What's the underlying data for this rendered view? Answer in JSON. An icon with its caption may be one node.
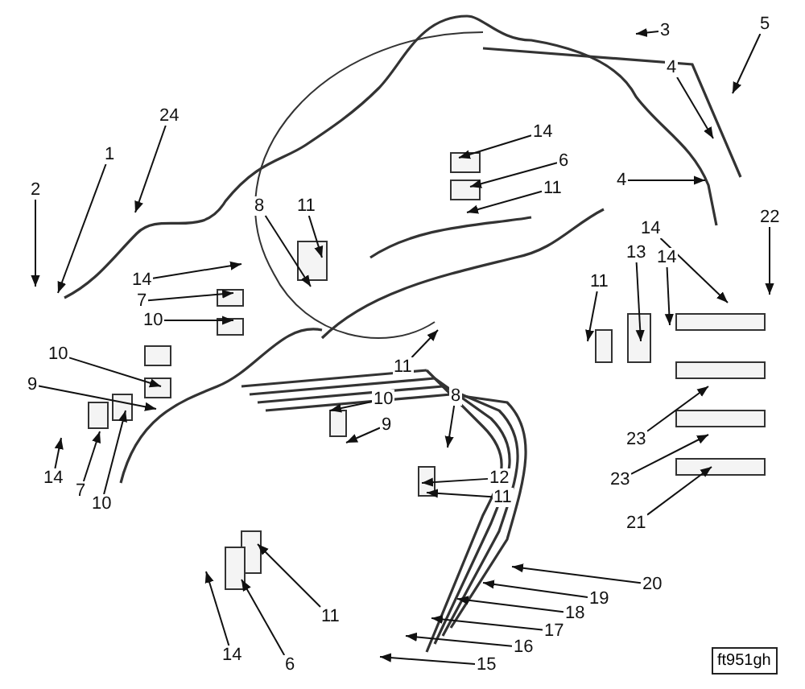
{
  "diagram": {
    "nodes": [
      {
        "text": [
          "1"
        ]
      },
      {
        "text": [
          "2"
        ]
      },
      {
        "text": [
          "24"
        ]
      },
      {
        "text": [
          "3"
        ]
      },
      {
        "text": [
          "5"
        ]
      },
      {
        "text": [
          "4"
        ]
      },
      {
        "text": [
          "4"
        ]
      },
      {
        "text": [
          "14"
        ]
      },
      {
        "text": [
          "6"
        ]
      },
      {
        "text": [
          "11"
        ]
      },
      {
        "text": [
          "14"
        ]
      },
      {
        "text": [
          "13"
        ]
      },
      {
        "text": [
          "14"
        ]
      },
      {
        "text": [
          "22"
        ]
      },
      {
        "text": [
          "8"
        ]
      },
      {
        "text": [
          "11"
        ]
      },
      {
        "text": [
          "14"
        ]
      },
      {
        "text": [
          "7"
        ]
      },
      {
        "text": [
          "10"
        ]
      },
      {
        "text": [
          "10"
        ]
      },
      {
        "text": [
          "9"
        ]
      },
      {
        "text": [
          "11"
        ]
      },
      {
        "text": [
          "11"
        ]
      },
      {
        "text": [
          "10"
        ]
      },
      {
        "text": [
          "9"
        ]
      },
      {
        "text": [
          "8"
        ]
      },
      {
        "text": [
          "12"
        ]
      },
      {
        "text": [
          "11"
        ]
      },
      {
        "text": [
          "14"
        ]
      },
      {
        "text": [
          "7"
        ]
      },
      {
        "text": [
          "10"
        ]
      },
      {
        "text": [
          "23"
        ]
      },
      {
        "text": [
          "23"
        ]
      },
      {
        "text": [
          "21"
        ]
      },
      {
        "text": [
          "20"
        ]
      },
      {
        "text": [
          "19"
        ]
      },
      {
        "text": [
          "18"
        ]
      },
      {
        "text": [
          "17"
        ]
      },
      {
        "text": [
          "16"
        ]
      },
      {
        "text": [
          "15"
        ]
      },
      {
        "text": [
          "11"
        ]
      },
      {
        "text": [
          "14"
        ]
      },
      {
        "text": [
          "6"
        ]
      }
    ],
    "edges": [
      {
        "from": 0,
        "to": null,
        "arrow": "to"
      },
      {
        "from": 1,
        "to": null,
        "arrow": "to"
      },
      {
        "from": 2,
        "to": null,
        "arrow": "to"
      },
      {
        "from": 3,
        "to": null,
        "arrow": "to"
      },
      {
        "from": 4,
        "to": null,
        "arrow": "to"
      },
      {
        "from": 5,
        "to": null,
        "arrow": "to"
      },
      {
        "from": 6,
        "to": null,
        "arrow": "to"
      },
      {
        "from": 7,
        "to": null,
        "arrow": "to"
      },
      {
        "from": 8,
        "to": null,
        "arrow": "to"
      },
      {
        "from": 9,
        "to": null,
        "arrow": "to"
      },
      {
        "from": 10,
        "to": null,
        "arrow": "to"
      },
      {
        "from": 11,
        "to": null,
        "arrow": "to"
      },
      {
        "from": 12,
        "to": null,
        "arrow": "to"
      },
      {
        "from": 13,
        "to": null,
        "arrow": "to"
      },
      {
        "from": 14,
        "to": null,
        "arrow": "to"
      },
      {
        "from": 15,
        "to": null,
        "arrow": "to"
      },
      {
        "from": 16,
        "to": null,
        "arrow": "to"
      },
      {
        "from": 17,
        "to": null,
        "arrow": "to"
      },
      {
        "from": 18,
        "to": null,
        "arrow": "to"
      },
      {
        "from": 19,
        "to": null,
        "arrow": "to"
      },
      {
        "from": 20,
        "to": null,
        "arrow": "to"
      },
      {
        "from": 21,
        "to": null,
        "arrow": "to"
      },
      {
        "from": 22,
        "to": null,
        "arrow": "to"
      },
      {
        "from": 23,
        "to": null,
        "arrow": "to"
      },
      {
        "from": 24,
        "to": null,
        "arrow": "to"
      },
      {
        "from": 25,
        "to": null,
        "arrow": "to"
      },
      {
        "from": 26,
        "to": null,
        "arrow": "to"
      },
      {
        "from": 27,
        "to": null,
        "arrow": "to"
      },
      {
        "from": 28,
        "to": null,
        "arrow": "to"
      },
      {
        "from": 29,
        "to": null,
        "arrow": "to"
      },
      {
        "from": 30,
        "to": null,
        "arrow": "to"
      },
      {
        "from": 31,
        "to": null,
        "arrow": "to"
      },
      {
        "from": 32,
        "to": null,
        "arrow": "to"
      },
      {
        "from": 33,
        "to": null,
        "arrow": "to"
      },
      {
        "from": 34,
        "to": null,
        "arrow": "to"
      },
      {
        "from": 35,
        "to": null,
        "arrow": "to"
      },
      {
        "from": 36,
        "to": null,
        "arrow": "to"
      },
      {
        "from": 37,
        "to": null,
        "arrow": "to"
      },
      {
        "from": 38,
        "to": null,
        "arrow": "to"
      },
      {
        "from": 39,
        "to": null,
        "arrow": "to"
      },
      {
        "from": 40,
        "to": null,
        "arrow": "to"
      },
      {
        "from": 41,
        "to": null,
        "arrow": "to"
      },
      {
        "from": 42,
        "to": null,
        "arrow": "to"
      }
    ],
    "labels": [
      "ft951gh"
    ]
  }
}
